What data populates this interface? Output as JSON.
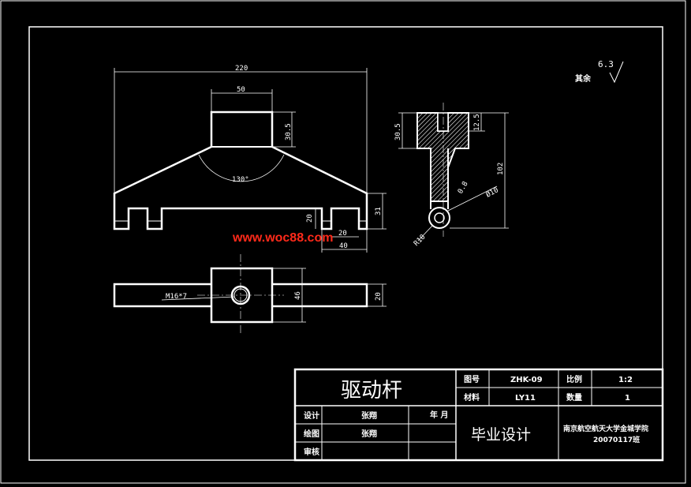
{
  "drawing": {
    "top_view": {
      "overall_width": "220",
      "boss_width": "50",
      "boss_height": "30.5",
      "angle": "130°",
      "slot_height": "20",
      "total_height": "31",
      "slot_width": "20",
      "slot_span": "40"
    },
    "plan_view": {
      "thread": "M16*7",
      "boss_size": "46",
      "arm_width": "20"
    },
    "side_view": {
      "boss_height": "30.5",
      "recess_depth": "12.5",
      "length": "102",
      "chamfer": "0.8",
      "hole_diameter": "Ø10",
      "end_radius": "R10"
    },
    "surface_finish": {
      "label": "其余",
      "value": "6.3"
    },
    "watermark": "www.woc88.com"
  },
  "title_block": {
    "part_name": "驱动杆",
    "drawing_no_label": "图号",
    "drawing_no": "ZHK-09",
    "scale_label": "比例",
    "scale": "1:2",
    "material_label": "材料",
    "material": "LY11",
    "quantity_label": "数量",
    "quantity": "1",
    "design_label": "设计",
    "designer": "张翔",
    "date_label": "年 月",
    "draw_label": "绘图",
    "drafter": "张翔",
    "review_label": "审核",
    "project": "毕业设计",
    "school": "南京航空航天大学金城学院",
    "class_id": "20070117班"
  }
}
